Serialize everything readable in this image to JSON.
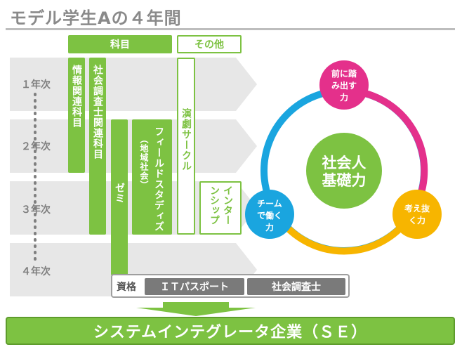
{
  "title": "モデル学生Aの４年間",
  "headers": {
    "subjects": "科目",
    "other": "その他"
  },
  "years": [
    "１年次",
    "２年次",
    "３年次",
    "４年次"
  ],
  "bars": {
    "info": "情報関連科目",
    "social": "社会調査士関連科目",
    "seminar": "ゼミ",
    "fieldwork": "フィールドスタディズ",
    "fieldwork_sub": "（地域社会）",
    "theater": "演劇サークル",
    "internship": "インターンシップ"
  },
  "qualifications": {
    "label": "資格",
    "items": [
      "ＩＴパスポート",
      "社会調査士"
    ]
  },
  "final": "システムインテグレータ企業（ＳＥ）",
  "cycle": {
    "center": [
      "社会人",
      "基礎力"
    ],
    "top": [
      "前に踏",
      "み出す",
      "力"
    ],
    "right": [
      "考え抜",
      "く力"
    ],
    "left": [
      "チーム",
      "で働く",
      "力"
    ],
    "colors": {
      "top": "#e4308b",
      "right": "#f7b500",
      "left": "#1aa5df",
      "center": "#7dc242"
    }
  }
}
